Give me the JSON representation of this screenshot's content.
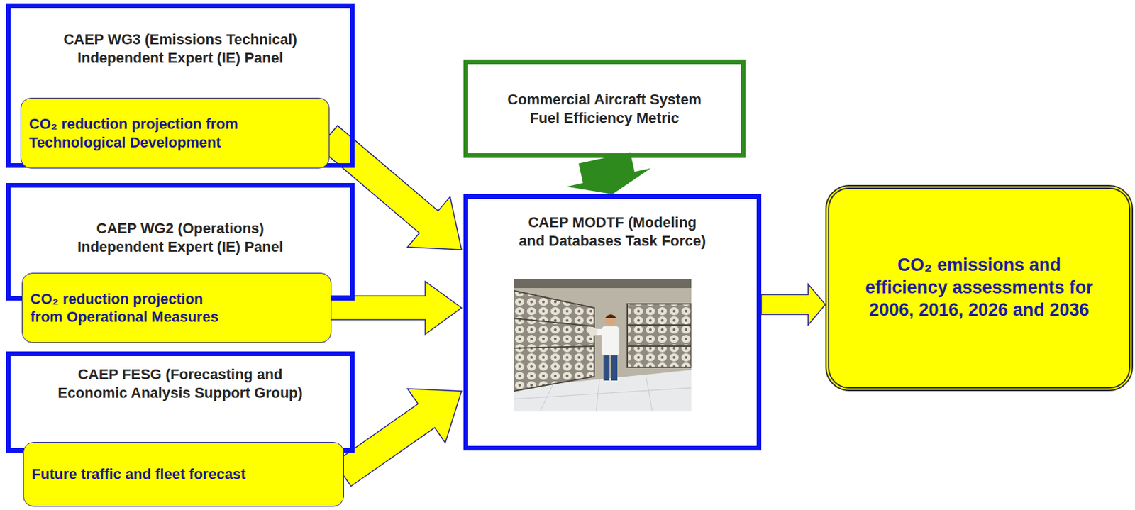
{
  "diagram": {
    "nodes": [
      {
        "text": [
          "CAEP WG3 (Emissions Technical) Independent Expert (IE) Panel"
        ]
      },
      {
        "text": [
          "CO₂ reduction projection from Technological Development"
        ]
      },
      {
        "text": [
          "CAEP WG2 (Operations) Independent Expert (IE) Panel"
        ]
      },
      {
        "text": [
          "CO₂ reduction projection from Operational Measures"
        ]
      },
      {
        "text": [
          "CAEP FESG (Forecasting and Economic Analysis Support Group)"
        ]
      },
      {
        "text": [
          "Future traffic and fleet forecast"
        ]
      },
      {
        "text": [
          "Commercial Aircraft System Fuel Efficiency Metric"
        ]
      },
      {
        "text": [
          "CAEP MODTF (Modeling and Databases Task Force)"
        ]
      },
      {
        "text": [
          "CO₂ emissions and efficiency assessments for 2006, 2016, 2026 and 2036"
        ]
      }
    ],
    "edges": [
      {
        "from": 1,
        "to": 7,
        "arrow": "to"
      },
      {
        "from": 3,
        "to": 7,
        "arrow": "to"
      },
      {
        "from": 5,
        "to": 7,
        "arrow": "to"
      },
      {
        "from": 6,
        "to": 7,
        "arrow": "to"
      },
      {
        "from": 7,
        "to": 8,
        "arrow": "to"
      }
    ]
  }
}
